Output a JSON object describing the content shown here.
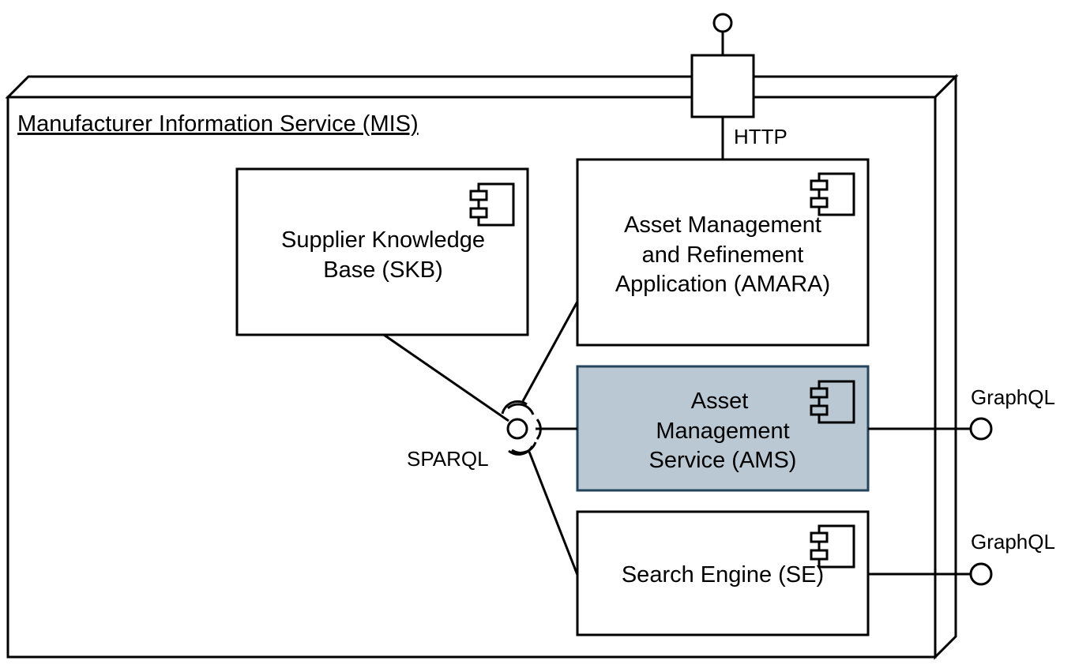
{
  "node": {
    "title": "Manufacturer Information Service (MIS)"
  },
  "components": {
    "skb": {
      "line1": "Supplier Knowledge",
      "line2": "Base (SKB)"
    },
    "amara": {
      "line1": "Asset Management",
      "line2": "and Refinement",
      "line3": "Application (AMARA)"
    },
    "ams": {
      "line1": "Asset",
      "line2": "Management",
      "line3": "Service (AMS)"
    },
    "se": {
      "line1": "Search Engine (SE)"
    }
  },
  "interfaces": {
    "http": "HTTP",
    "sparql": "SPARQL",
    "graphql_ams": "GraphQL",
    "graphql_se": "GraphQL"
  },
  "colors": {
    "highlight_fill": "#bac8d3",
    "highlight_stroke": "#23445d"
  },
  "icons": {
    "component": "uml-component-icon",
    "provided_interface": "lollipop-icon",
    "required_interface": "socket-icon"
  }
}
